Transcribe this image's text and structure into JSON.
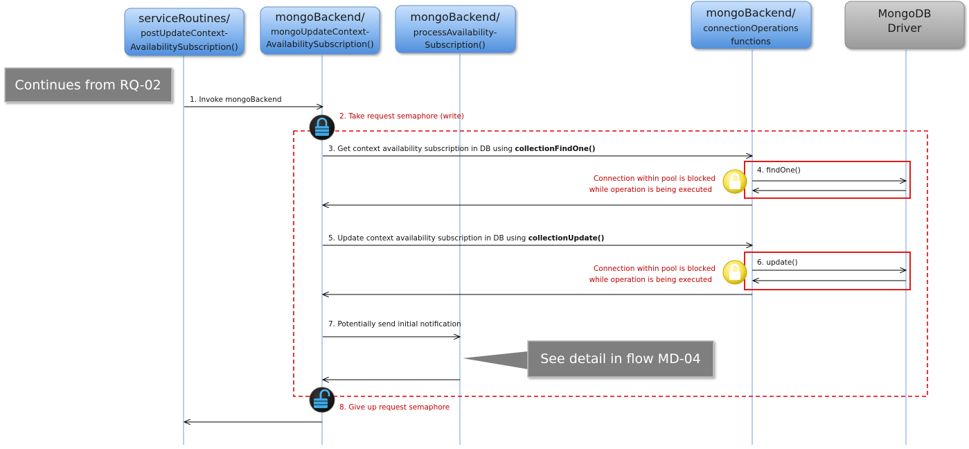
{
  "actors": {
    "service_routines": {
      "line1": "serviceRoutines/",
      "line2": "postUpdateContext-",
      "line3": "AvailabilitySubscription()"
    },
    "mongo_update": {
      "line1": "mongoBackend/",
      "line2": "mongoUpdateContext-",
      "line3": "AvailabilitySubscription()"
    },
    "process_avail": {
      "line1": "mongoBackend/",
      "line2": "processAvailability-",
      "line3": "Subscription()"
    },
    "conn_ops": {
      "line1": "mongoBackend/",
      "line2": "connectionOperations",
      "line3": "functions"
    },
    "mongo_driver": {
      "line1": "MongoDB",
      "line2": "Driver"
    }
  },
  "continues_label": "Continues from RQ-02",
  "messages": {
    "m1": "1. Invoke mongoBackend",
    "m2": "2. Take request semaphore (write)",
    "m3_prefix": "3. Get  context availability subscription in DB using ",
    "m3_bold": "collectionFindOne()",
    "m4": "4. findOne()",
    "m5_prefix": "5. Update context availability subscription in DB using ",
    "m5_bold": "collectionUpdate()",
    "m6": "6. update()",
    "m7": "7. Potentially send initial notification",
    "m8": "8. Give up request semaphore"
  },
  "pool_notes": [
    {
      "line1": "Connection within pool is blocked",
      "line2": "while operation is being executed"
    },
    {
      "line1": "Connection within pool is blocked",
      "line2": "while operation is being executed"
    }
  ],
  "callout": "See detail in flow MD-04",
  "colors": {
    "actor_blue_top": "#b7d4f7",
    "actor_blue_bottom": "#4f8fdc",
    "actor_gray": "#a6a6a6",
    "lifeline": "#8eb4e3",
    "red": "#e00000",
    "callout_bg": "#7f7f7f"
  },
  "icons": [
    "lock-closed-icon",
    "lock-open-icon",
    "padlock-yellow-icon"
  ]
}
